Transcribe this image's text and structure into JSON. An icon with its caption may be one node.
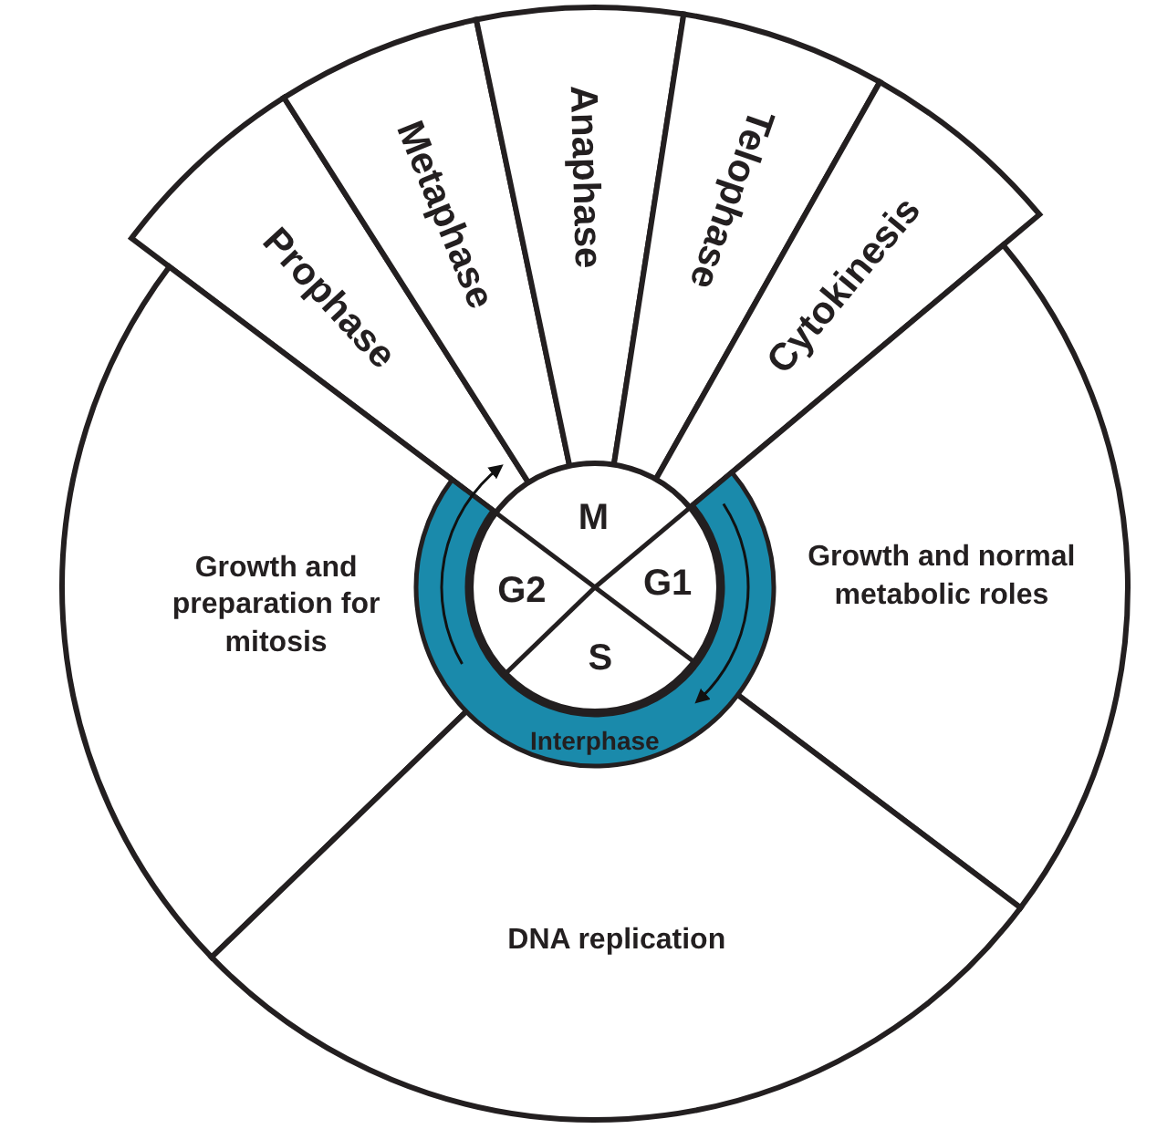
{
  "diagram": {
    "nodes": [
      {
        "text": [
          "Prophase"
        ]
      },
      {
        "text": [
          "Metaphase"
        ]
      },
      {
        "text": [
          "Anaphase"
        ]
      },
      {
        "text": [
          "Telophase"
        ]
      },
      {
        "text": [
          "Cytokinesis"
        ]
      },
      {
        "text": [
          "Growth and preparation for mitosis"
        ]
      },
      {
        "text": [
          "M"
        ]
      },
      {
        "text": [
          "G2"
        ]
      },
      {
        "text": [
          "G1"
        ]
      },
      {
        "text": [
          "Growth and normal metabolic roles"
        ]
      },
      {
        "text": [
          "S"
        ]
      },
      {
        "text": [
          "Interphase"
        ]
      },
      {
        "text": [
          "DNA replication"
        ]
      }
    ]
  }
}
